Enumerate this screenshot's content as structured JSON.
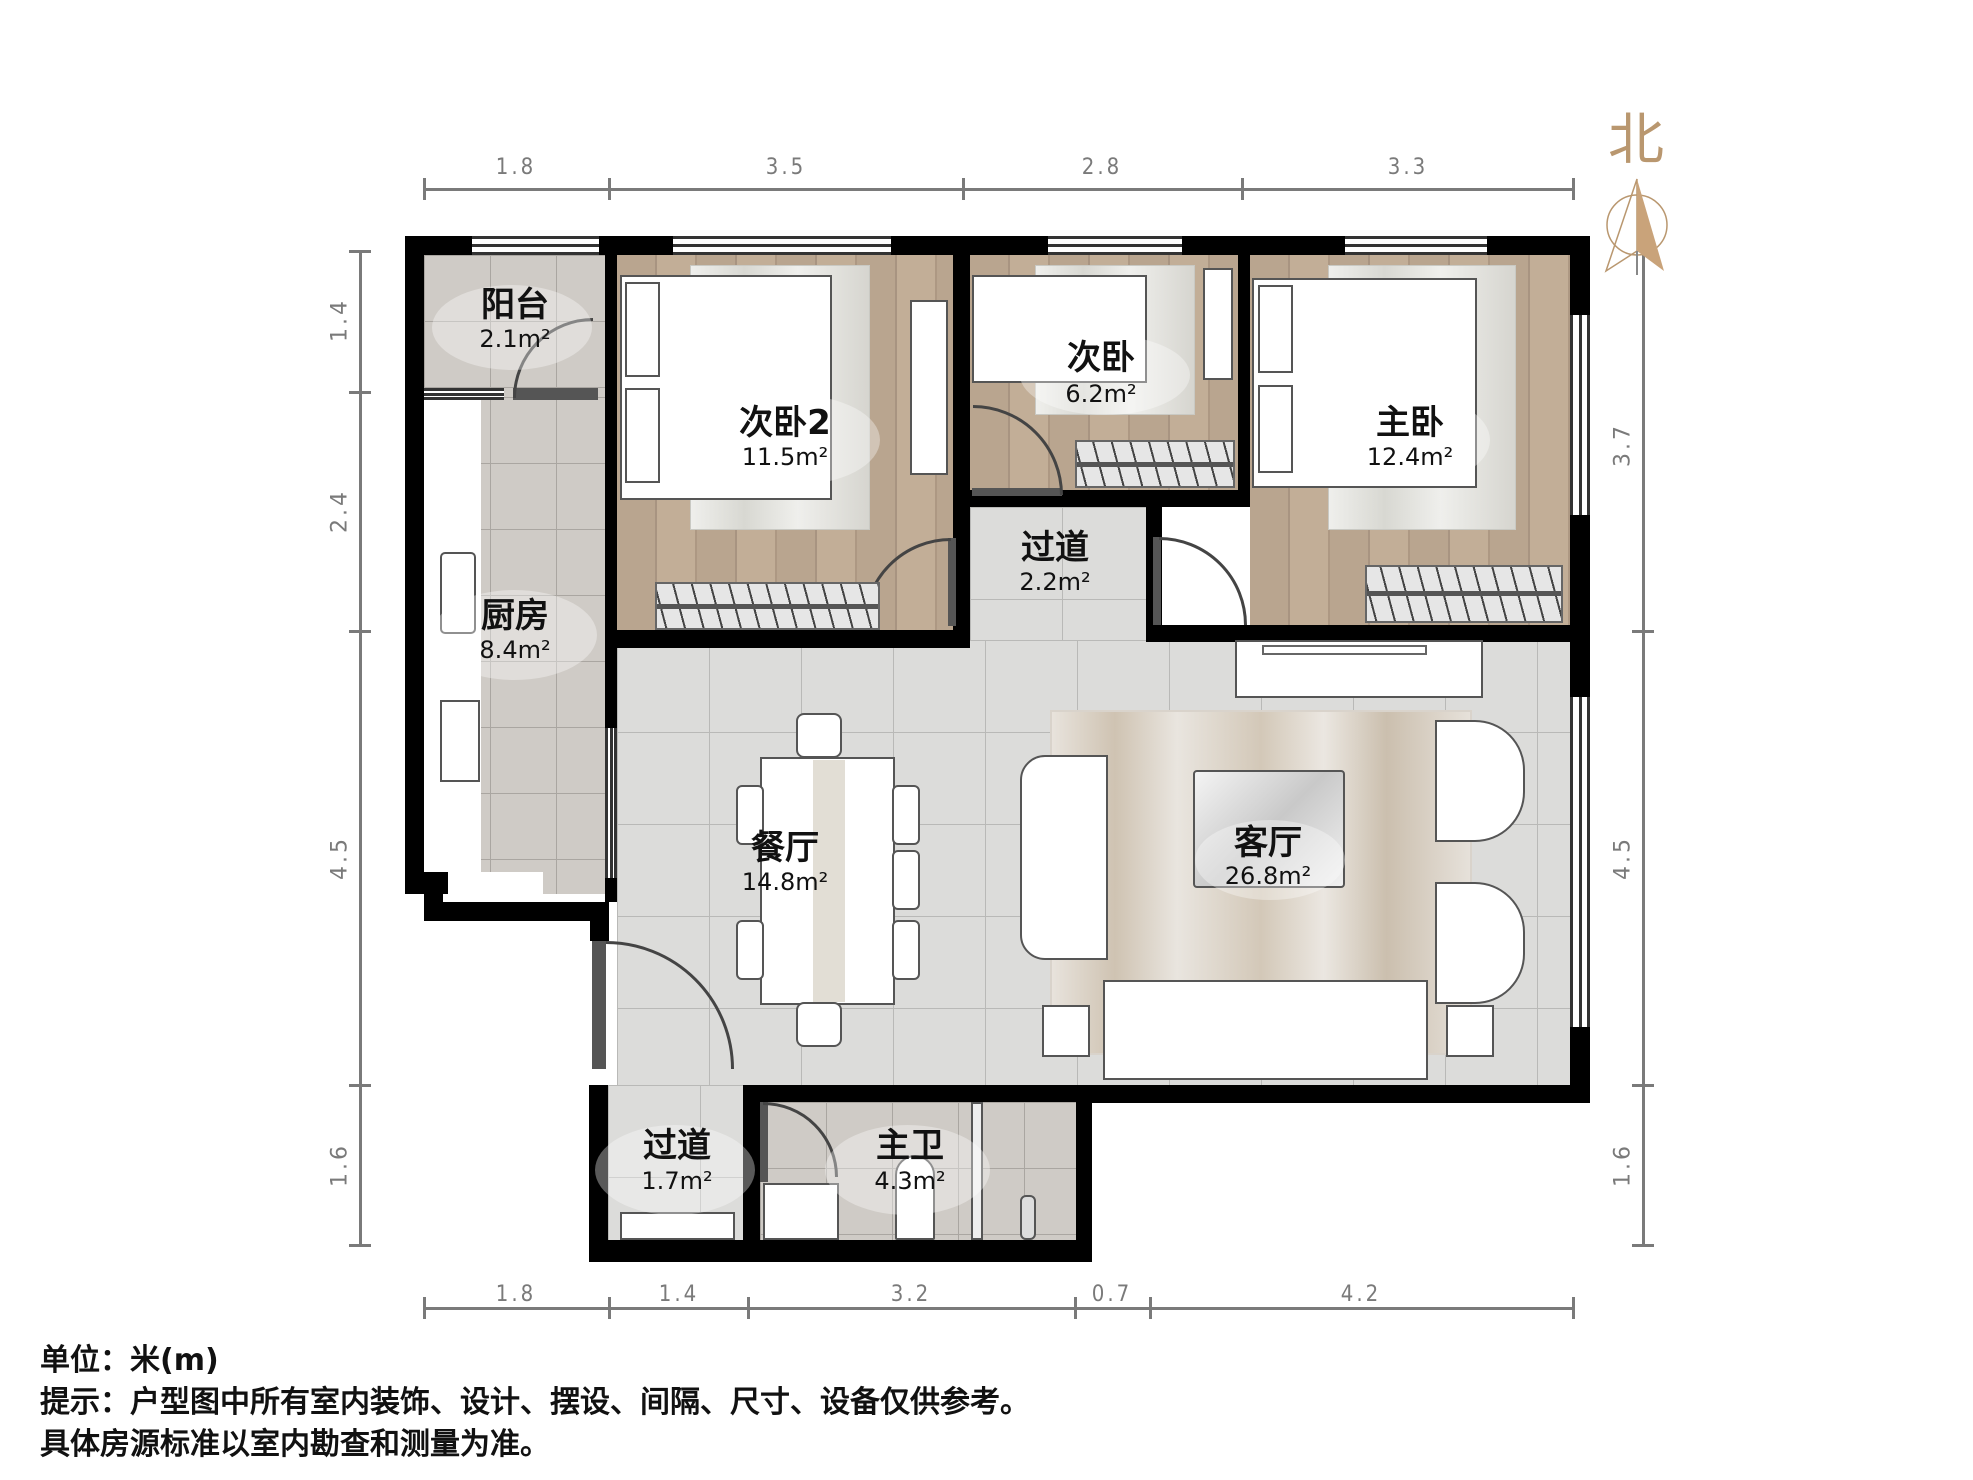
{
  "title": "户型图",
  "compass": {
    "label": "北",
    "color": "#b9976f",
    "icon": "north-arrow-icon"
  },
  "dimensions": {
    "top": [
      "1.8",
      "3.5",
      "2.8",
      "3.3"
    ],
    "bottom": [
      "1.8",
      "1.4",
      "3.2",
      "0.7",
      "4.2"
    ],
    "left": [
      "1.4",
      "2.4",
      "4.5",
      "1.6"
    ],
    "right": [
      "3.7",
      "4.5",
      "1.6"
    ],
    "unit_color": "#7a7a7a"
  },
  "rooms": [
    {
      "id": "balcony",
      "name": "阳台",
      "area": "2.1m²"
    },
    {
      "id": "bedroom2",
      "name": "次卧2",
      "area": "11.5m²"
    },
    {
      "id": "second-bedroom",
      "name": "次卧",
      "area": "6.2m²"
    },
    {
      "id": "master-bedroom",
      "name": "主卧",
      "area": "12.4m²"
    },
    {
      "id": "corridor-upper",
      "name": "过道",
      "area": "2.2m²"
    },
    {
      "id": "kitchen",
      "name": "厨房",
      "area": "8.4m²"
    },
    {
      "id": "dining",
      "name": "餐厅",
      "area": "14.8m²"
    },
    {
      "id": "living",
      "name": "客厅",
      "area": "26.8m²"
    },
    {
      "id": "corridor-lower",
      "name": "过道",
      "area": "1.7m²"
    },
    {
      "id": "master-bath",
      "name": "主卫",
      "area": "4.3m²"
    }
  ],
  "notes": {
    "unit": "单位：米(m)",
    "hint": "提示：户型图中所有室内装饰、设计、摆设、间隔、尺寸、设备仅供参考。",
    "disclaimer": "具体房源标准以室内勘查和测量为准。"
  }
}
